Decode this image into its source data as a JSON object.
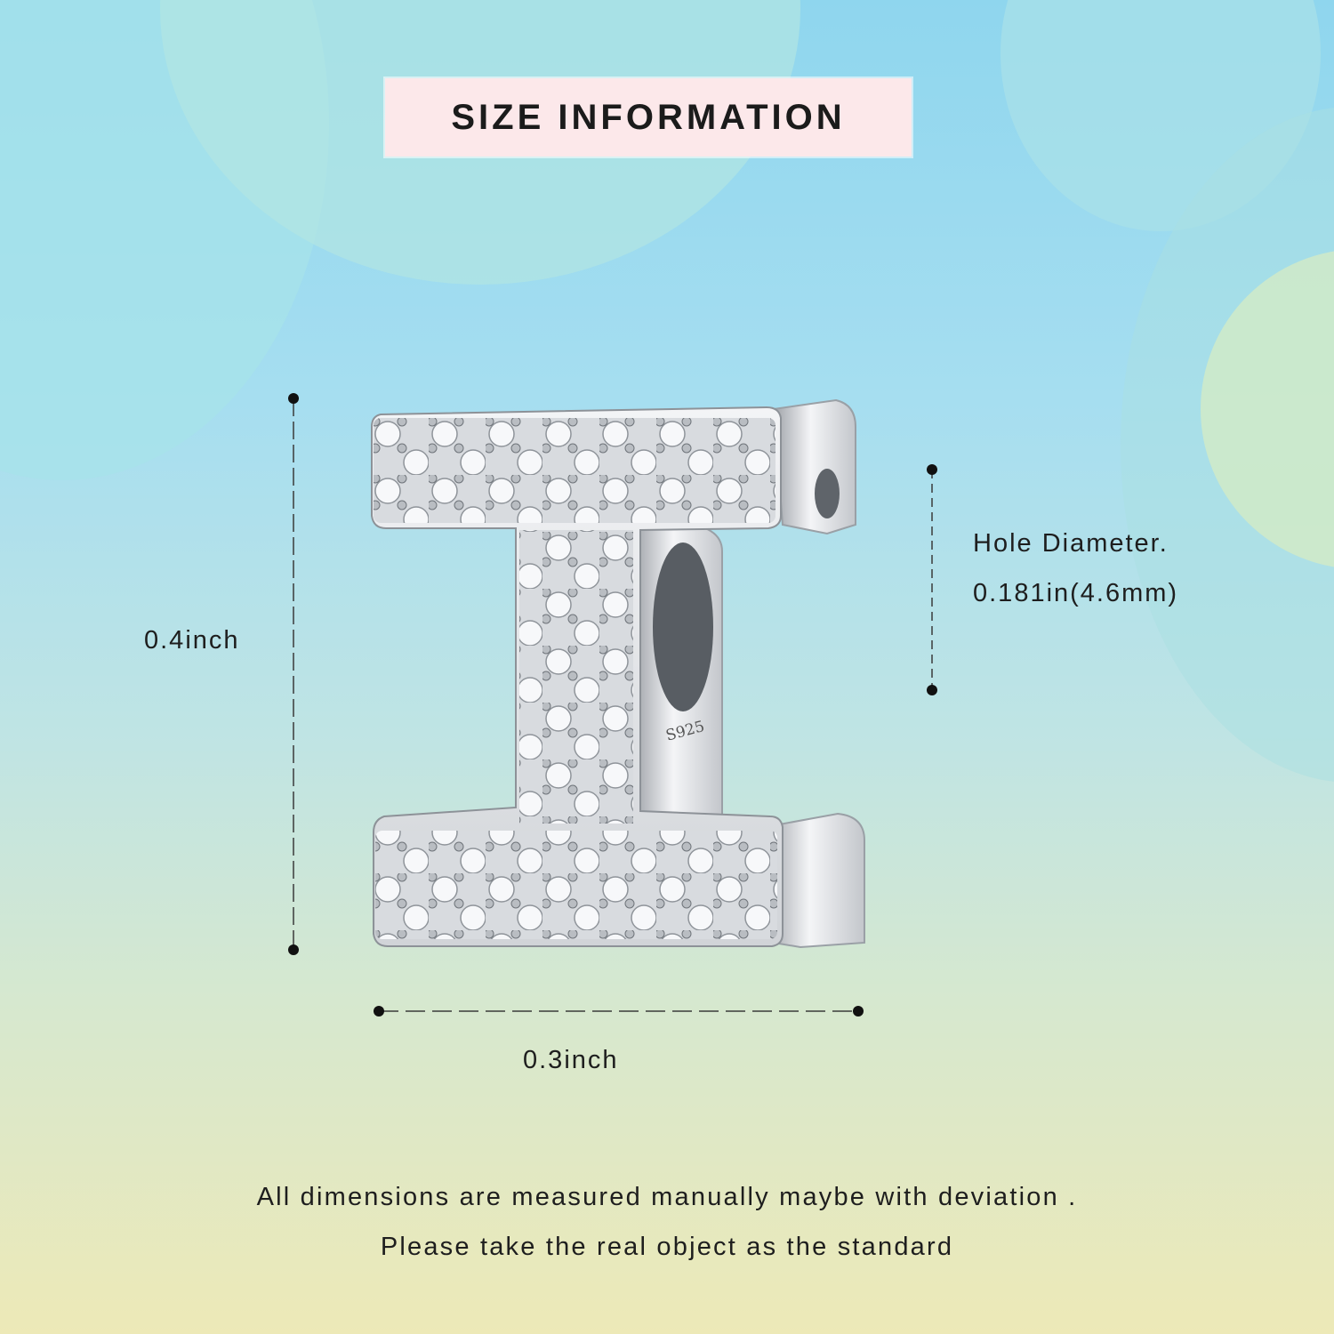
{
  "title": "SIZE INFORMATION",
  "height_label": "0.4inch",
  "width_label": "0.3inch",
  "hole": {
    "label": "Hole Diameter.",
    "value": "0.181in(4.6mm)"
  },
  "stamp": "S925",
  "notes": {
    "line1": "All dimensions are measured manually maybe with deviation .",
    "line2": "Please take the real object as the standard"
  },
  "colors": {
    "background_top": "#8fd6ee",
    "background_bottom": "#ede9b7",
    "title_box": "#fce8ea",
    "silver": "#c9ccd1"
  }
}
